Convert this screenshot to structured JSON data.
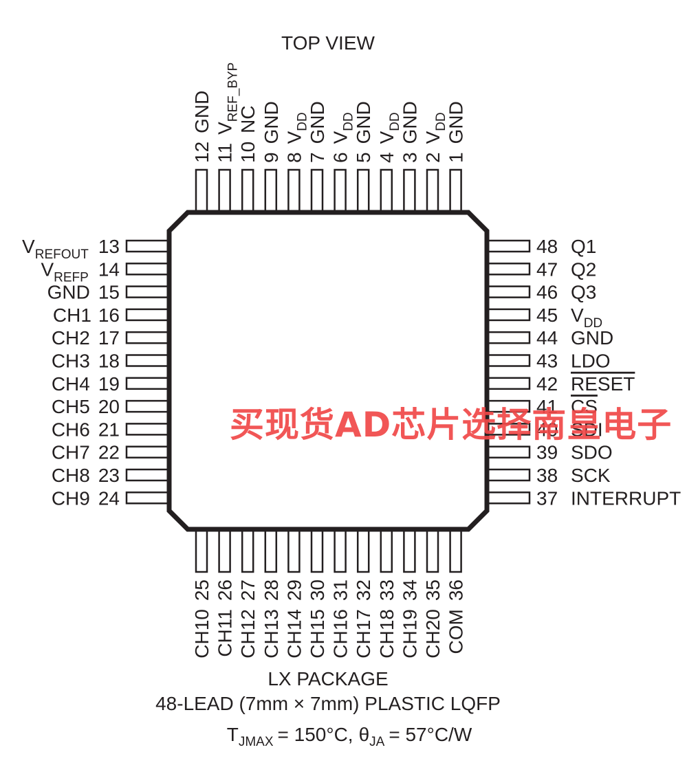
{
  "view_label": "TOP VIEW",
  "package": {
    "name": "LX PACKAGE",
    "description": "48-LEAD (7mm × 7mm) PLASTIC LQFP",
    "thermal": {
      "tj_symbol": "T",
      "tj_sub": "JMAX",
      "tj_value": "= 150°C,",
      "theta_symbol": "θ",
      "theta_sub": "JA",
      "theta_value": "= 57°C/W"
    }
  },
  "watermark": "买现货AD芯片选择南皇电子",
  "pins": {
    "top": [
      {
        "num": "12",
        "name": "GND"
      },
      {
        "num": "11",
        "name": "V",
        "sub": "REF_BYP"
      },
      {
        "num": "10",
        "name": "NC"
      },
      {
        "num": "9",
        "name": "GND"
      },
      {
        "num": "8",
        "name": "V",
        "sub": "DD"
      },
      {
        "num": "7",
        "name": "GND"
      },
      {
        "num": "6",
        "name": "V",
        "sub": "DD"
      },
      {
        "num": "5",
        "name": "GND"
      },
      {
        "num": "4",
        "name": "V",
        "sub": "DD"
      },
      {
        "num": "3",
        "name": "GND"
      },
      {
        "num": "2",
        "name": "V",
        "sub": "DD"
      },
      {
        "num": "1",
        "name": "GND"
      }
    ],
    "left": [
      {
        "num": "13",
        "name": "V",
        "sub": "REFOUT"
      },
      {
        "num": "14",
        "name": "V",
        "sub": "REFP"
      },
      {
        "num": "15",
        "name": "GND"
      },
      {
        "num": "16",
        "name": "CH1"
      },
      {
        "num": "17",
        "name": "CH2"
      },
      {
        "num": "18",
        "name": "CH3"
      },
      {
        "num": "19",
        "name": "CH4"
      },
      {
        "num": "20",
        "name": "CH5"
      },
      {
        "num": "21",
        "name": "CH6"
      },
      {
        "num": "22",
        "name": "CH7"
      },
      {
        "num": "23",
        "name": "CH8"
      },
      {
        "num": "24",
        "name": "CH9"
      }
    ],
    "right": [
      {
        "num": "48",
        "name": "Q1"
      },
      {
        "num": "47",
        "name": "Q2"
      },
      {
        "num": "46",
        "name": "Q3"
      },
      {
        "num": "45",
        "name": "V",
        "sub": "DD"
      },
      {
        "num": "44",
        "name": "GND"
      },
      {
        "num": "43",
        "name": "LDO"
      },
      {
        "num": "42",
        "name": "RESET",
        "overbar": true
      },
      {
        "num": "41",
        "name": "CS",
        "overbar": true
      },
      {
        "num": "40",
        "name": "SDI"
      },
      {
        "num": "39",
        "name": "SDO"
      },
      {
        "num": "38",
        "name": "SCK"
      },
      {
        "num": "37",
        "name": "INTERRUPT"
      }
    ],
    "bottom": [
      {
        "num": "25",
        "name": "CH10"
      },
      {
        "num": "26",
        "name": "CH11"
      },
      {
        "num": "27",
        "name": "CH12"
      },
      {
        "num": "28",
        "name": "CH13"
      },
      {
        "num": "29",
        "name": "CH14"
      },
      {
        "num": "30",
        "name": "CH15"
      },
      {
        "num": "31",
        "name": "CH16"
      },
      {
        "num": "32",
        "name": "CH17"
      },
      {
        "num": "33",
        "name": "CH18"
      },
      {
        "num": "34",
        "name": "CH19"
      },
      {
        "num": "35",
        "name": "CH20"
      },
      {
        "num": "36",
        "name": "COM"
      }
    ]
  },
  "colors": {
    "ink": "#231f20",
    "watermark": "#f04848"
  }
}
